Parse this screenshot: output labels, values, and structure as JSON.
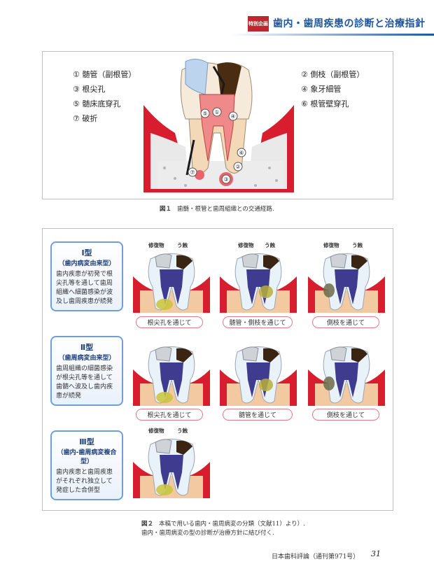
{
  "header": {
    "badge": "特別企画",
    "title": "歯内・歯周疾患の診断と治療指針"
  },
  "figure1": {
    "legend_left": [
      "① 髄管（副根管）",
      "③ 根尖孔",
      "⑤ 髄床底穿孔",
      "⑦ 破折"
    ],
    "legend_right": [
      "② 側枝（副根管）",
      "④ 象牙細管",
      "⑥ 根管壁穿孔"
    ],
    "markers": [
      "①",
      "②",
      "③",
      "④",
      "⑤",
      "⑥",
      "⑦"
    ],
    "caption_label": "図１",
    "caption_text": "歯髄・根管と歯周組織との交通経路."
  },
  "figure2": {
    "restoration_label": "修復物",
    "caries_label": "う蝕",
    "types": [
      {
        "title": "Ⅰ型",
        "subtitle": "（歯内病変由来型）",
        "desc": "歯内疾患が初発で根尖孔等を通して歯周組織へ細菌感染が波及し歯周疾患が続発"
      },
      {
        "title": "Ⅱ型",
        "subtitle": "（歯周病変由来型）",
        "desc": "歯周組織の細菌感染が根尖孔等を通して歯髄へ波及し歯内疾患が続発"
      },
      {
        "title": "Ⅲ型",
        "subtitle": "（歯内-歯周病変複合型）",
        "desc": "歯内疾患と歯周疾患がそれぞれ独立して発症した合併型"
      }
    ],
    "row1_pills": [
      "根尖孔を通じて",
      "髄管・側枝を通じて",
      "側枝を通じて"
    ],
    "row2_pills": [
      "根尖孔を通じて",
      "髄管を通じて",
      "側枝を通じて"
    ],
    "caption_label": "図２",
    "caption_line1": "本稿で用いる歯内・歯周病変の分類（文献11）より）.",
    "caption_line2": "歯内・歯周病変の型の診断が治療方針に結び付く."
  },
  "footer": {
    "journal": "日本歯科評論（通刊第971号）",
    "page": "31"
  }
}
